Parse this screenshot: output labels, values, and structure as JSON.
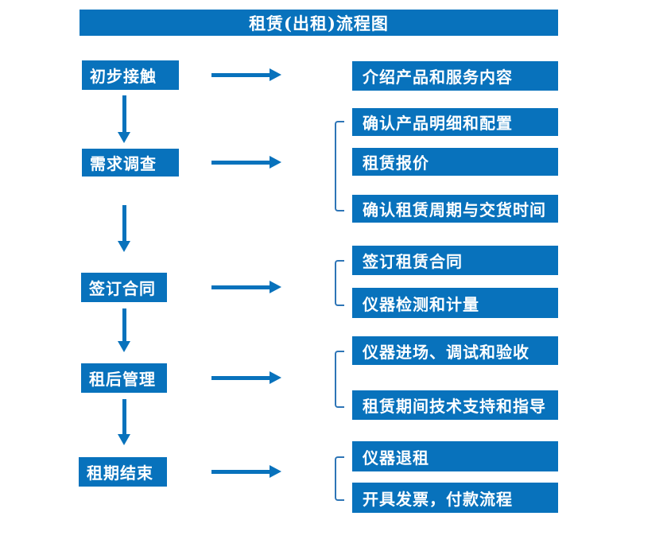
{
  "title": "租赁(出租)流程图",
  "colors": {
    "accent_blue": "#0872BC",
    "bracket_blue": "#2E75B6",
    "box_text": "#FFFFFF",
    "background": "#FFFFFF"
  },
  "stages": [
    {
      "label": "初步接触",
      "outputs": [
        "介绍产品和服务内容"
      ]
    },
    {
      "label": "需求调查",
      "outputs": [
        "确认产品明细和配置",
        "租赁报价",
        "确认租赁周期与交货时间"
      ]
    },
    {
      "label": "签订合同",
      "outputs": [
        "签订租赁合同",
        "仪器检测和计量"
      ]
    },
    {
      "label": "租后管理",
      "outputs": [
        "仪器进场、调试和验收",
        "租赁期间技术支持和指导"
      ]
    },
    {
      "label": "租期结束",
      "outputs": [
        "仪器退租",
        "开具发票，付款流程"
      ]
    }
  ]
}
